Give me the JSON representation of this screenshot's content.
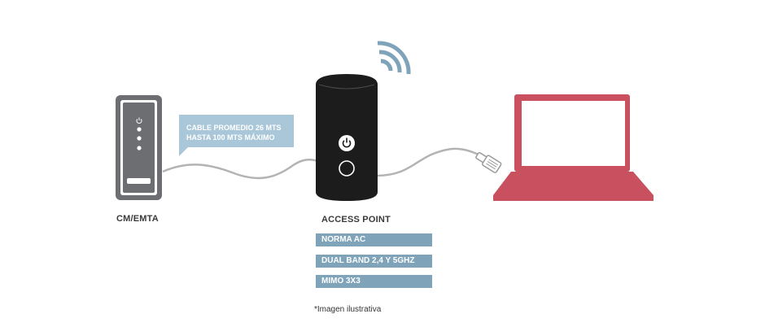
{
  "devices": {
    "modem_label": "CM/EMTA",
    "ap_label": "ACCESS POINT"
  },
  "cable_info": {
    "line1": "CABLE PROMEDIO 26 MTS",
    "line2": "HASTA 100 MTS MÁXIMO"
  },
  "features": [
    "NORMA AC",
    "DUAL BAND 2,4 Y 5GHZ",
    "MIMO 3X3"
  ],
  "footnote": "*Imagen ilustrativa",
  "colors": {
    "modem": "#6d6e71",
    "access_point": "#1c1c1c",
    "wifi": "#7fa3b9",
    "laptop": "#c8505f",
    "cable": "#b3b3b3",
    "callout": "#a9c7d8",
    "feature_bg": "#7fa3b9"
  },
  "icons": [
    "modem-device",
    "power-icon",
    "wifi-icon",
    "access-point-device",
    "ethernet-plug",
    "laptop-device"
  ]
}
